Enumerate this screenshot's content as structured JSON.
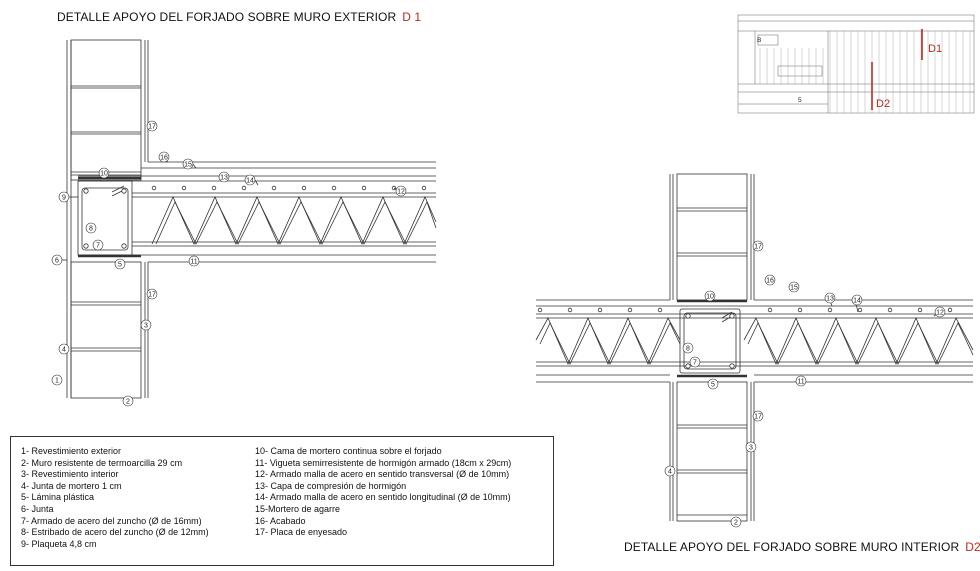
{
  "titles": {
    "d1": {
      "text": "DETALLE APOYO DEL FORJADO SOBRE MURO EXTERIOR",
      "code": "D 1"
    },
    "d2": {
      "text": "DETALLE APOYO DEL FORJADO SOBRE MURO INTERIOR",
      "code": "D2"
    }
  },
  "key_plan": {
    "markers": [
      "D1",
      "D2"
    ],
    "labels": [
      "B",
      "5"
    ]
  },
  "callouts": [
    "1",
    "2",
    "3",
    "4",
    "5",
    "6",
    "7",
    "8",
    "9",
    "10",
    "11",
    "12",
    "13",
    "14",
    "15",
    "16",
    "17"
  ],
  "legend": {
    "left": [
      "1- Revestimiento exterior",
      "2- Muro resistente de termoarcilla 29 cm",
      "3- Revestimiento interior",
      "4- Junta de mortero 1 cm",
      "5- Lámina plástica",
      "6- Junta",
      "7- Armado de acero del zuncho (Ø de 16mm)",
      "8- Estribado de acero del zuncho (Ø de 12mm)",
      "9- Plaqueta 4,8 cm"
    ],
    "right": [
      "10- Cama de mortero continua sobre el forjado",
      "11- Vigueta semirresistente de hormigón armado  (18cm x 29cm)",
      "12- Armado malla de acero en sentido transversal (Ø de 10mm)",
      "13- Capa de compresión de hormigón",
      "14- Armado malla de acero en sentido longitudinal (Ø de 10mm)",
      "15-Mortero de agarre",
      "16- Acabado",
      "17- Placa de enyesado"
    ]
  },
  "colors": {
    "accent_red": "#c0281e",
    "line": "#333333"
  }
}
